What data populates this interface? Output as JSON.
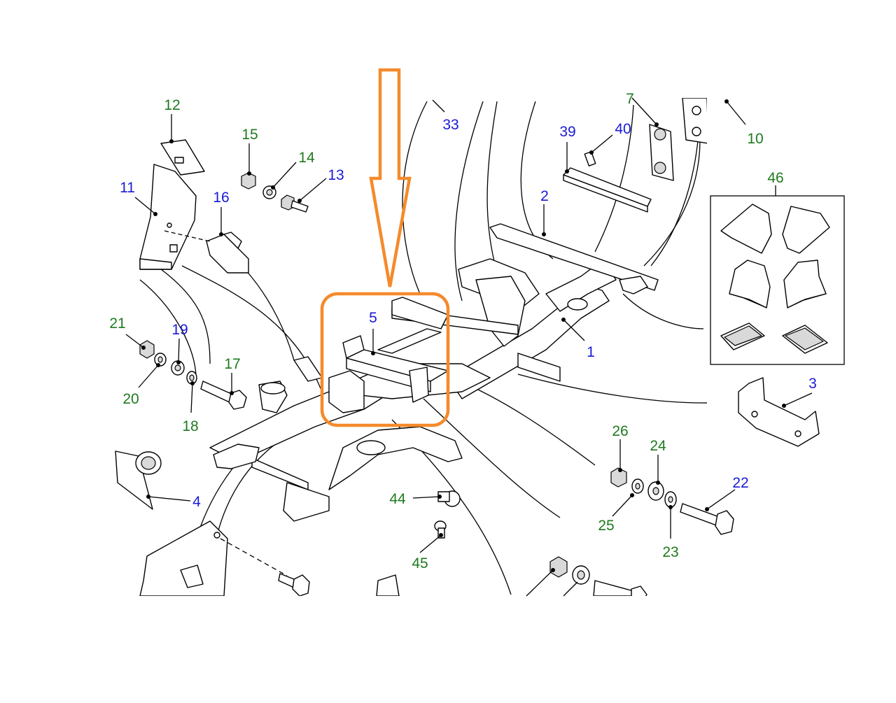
{
  "colors": {
    "blue": "#1a1ad6",
    "green": "#1f7a1f",
    "highlight": "#f58a2a"
  },
  "highlight_label": "5",
  "labels": [
    {
      "id": "1",
      "text": "1",
      "color": "blue"
    },
    {
      "id": "2",
      "text": "2",
      "color": "blue"
    },
    {
      "id": "3",
      "text": "3",
      "color": "blue"
    },
    {
      "id": "4",
      "text": "4",
      "color": "blue"
    },
    {
      "id": "5",
      "text": "5",
      "color": "blue"
    },
    {
      "id": "7",
      "text": "7",
      "color": "green"
    },
    {
      "id": "10",
      "text": "10",
      "color": "green"
    },
    {
      "id": "11",
      "text": "11",
      "color": "blue"
    },
    {
      "id": "12",
      "text": "12",
      "color": "green"
    },
    {
      "id": "13",
      "text": "13",
      "color": "blue"
    },
    {
      "id": "14",
      "text": "14",
      "color": "green"
    },
    {
      "id": "15",
      "text": "15",
      "color": "green"
    },
    {
      "id": "16",
      "text": "16",
      "color": "blue"
    },
    {
      "id": "17",
      "text": "17",
      "color": "green"
    },
    {
      "id": "18",
      "text": "18",
      "color": "green"
    },
    {
      "id": "19",
      "text": "19",
      "color": "blue"
    },
    {
      "id": "20",
      "text": "20",
      "color": "green"
    },
    {
      "id": "21",
      "text": "21",
      "color": "green"
    },
    {
      "id": "22",
      "text": "22",
      "color": "blue"
    },
    {
      "id": "23",
      "text": "23",
      "color": "green"
    },
    {
      "id": "24",
      "text": "24",
      "color": "green"
    },
    {
      "id": "25",
      "text": "25",
      "color": "green"
    },
    {
      "id": "26",
      "text": "26",
      "color": "green"
    },
    {
      "id": "33",
      "text": "33",
      "color": "blue"
    },
    {
      "id": "39",
      "text": "39",
      "color": "blue"
    },
    {
      "id": "40",
      "text": "40",
      "color": "blue"
    },
    {
      "id": "44",
      "text": "44",
      "color": "green"
    },
    {
      "id": "45",
      "text": "45",
      "color": "green"
    },
    {
      "id": "46",
      "text": "46",
      "color": "green"
    }
  ]
}
